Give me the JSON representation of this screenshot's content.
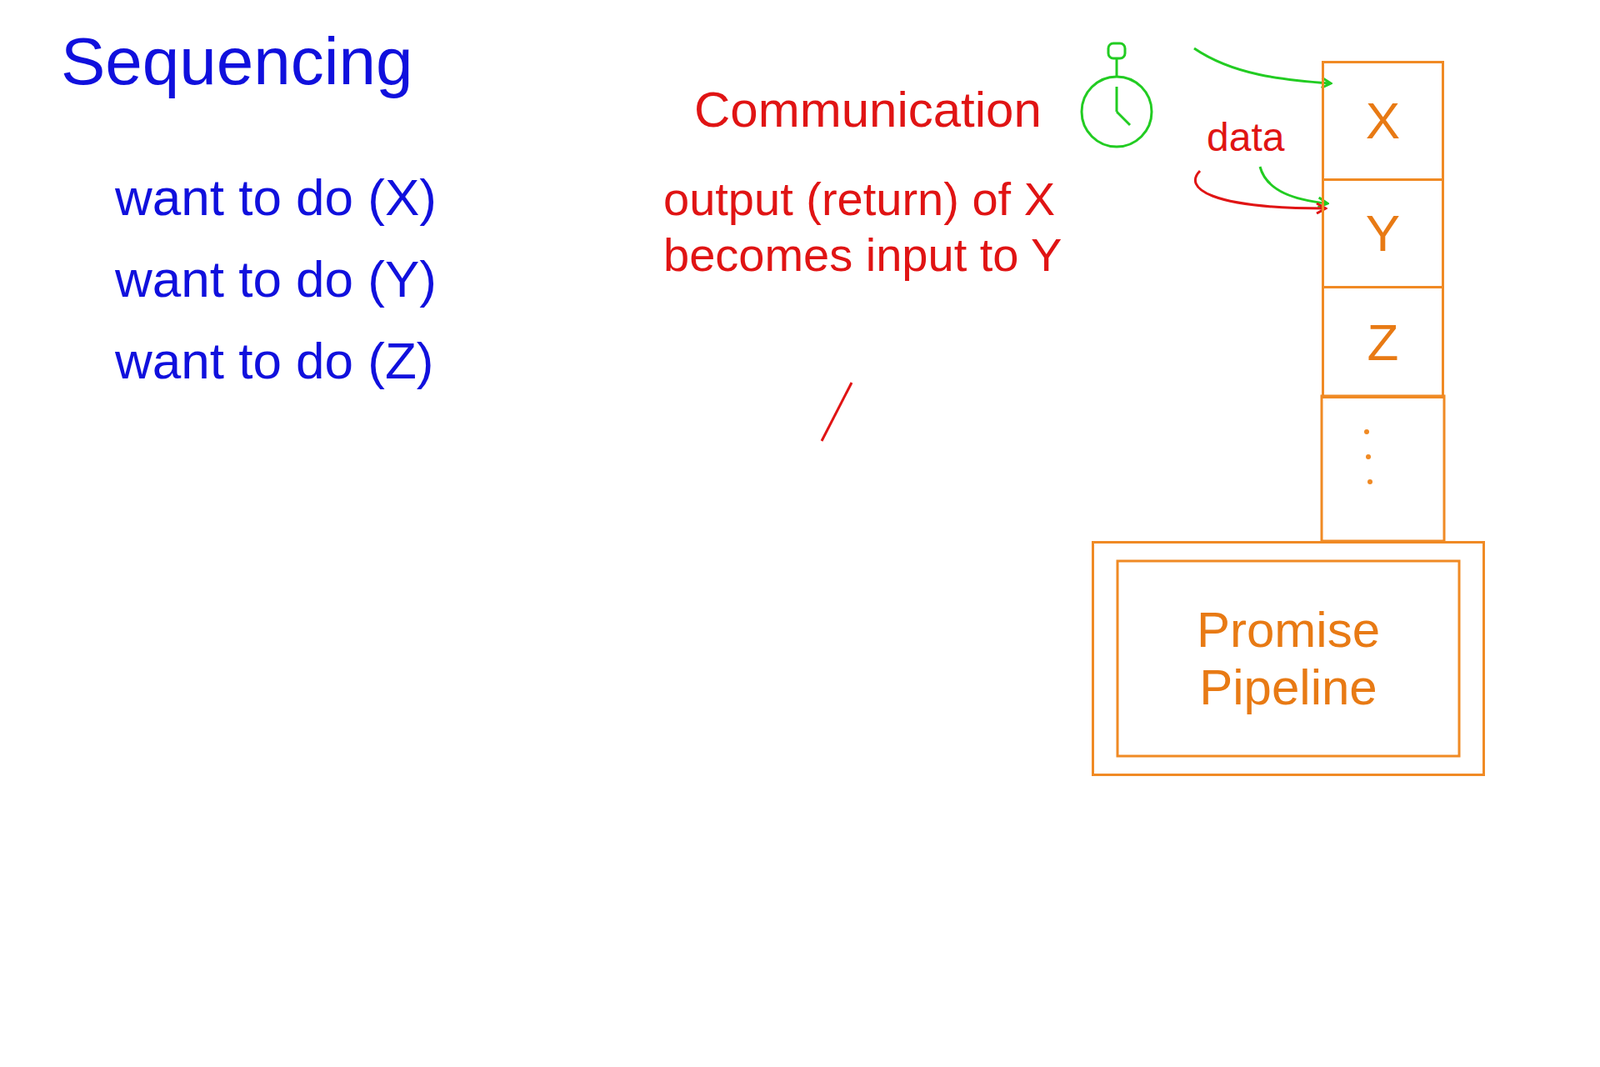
{
  "diagram": {
    "title": "Sequencing",
    "nodes": [
      {
        "text": [
          "X"
        ]
      },
      {
        "text": [
          "Y"
        ]
      },
      {
        "text": [
          "Z"
        ]
      },
      {
        "text": [
          "Promise Pipeline"
        ]
      }
    ],
    "labels": [
      "want to do (X)",
      "want to do (Y)",
      "want to do (Z)",
      "Communication",
      "output (return) of X becomes input to Y",
      "data"
    ]
  }
}
